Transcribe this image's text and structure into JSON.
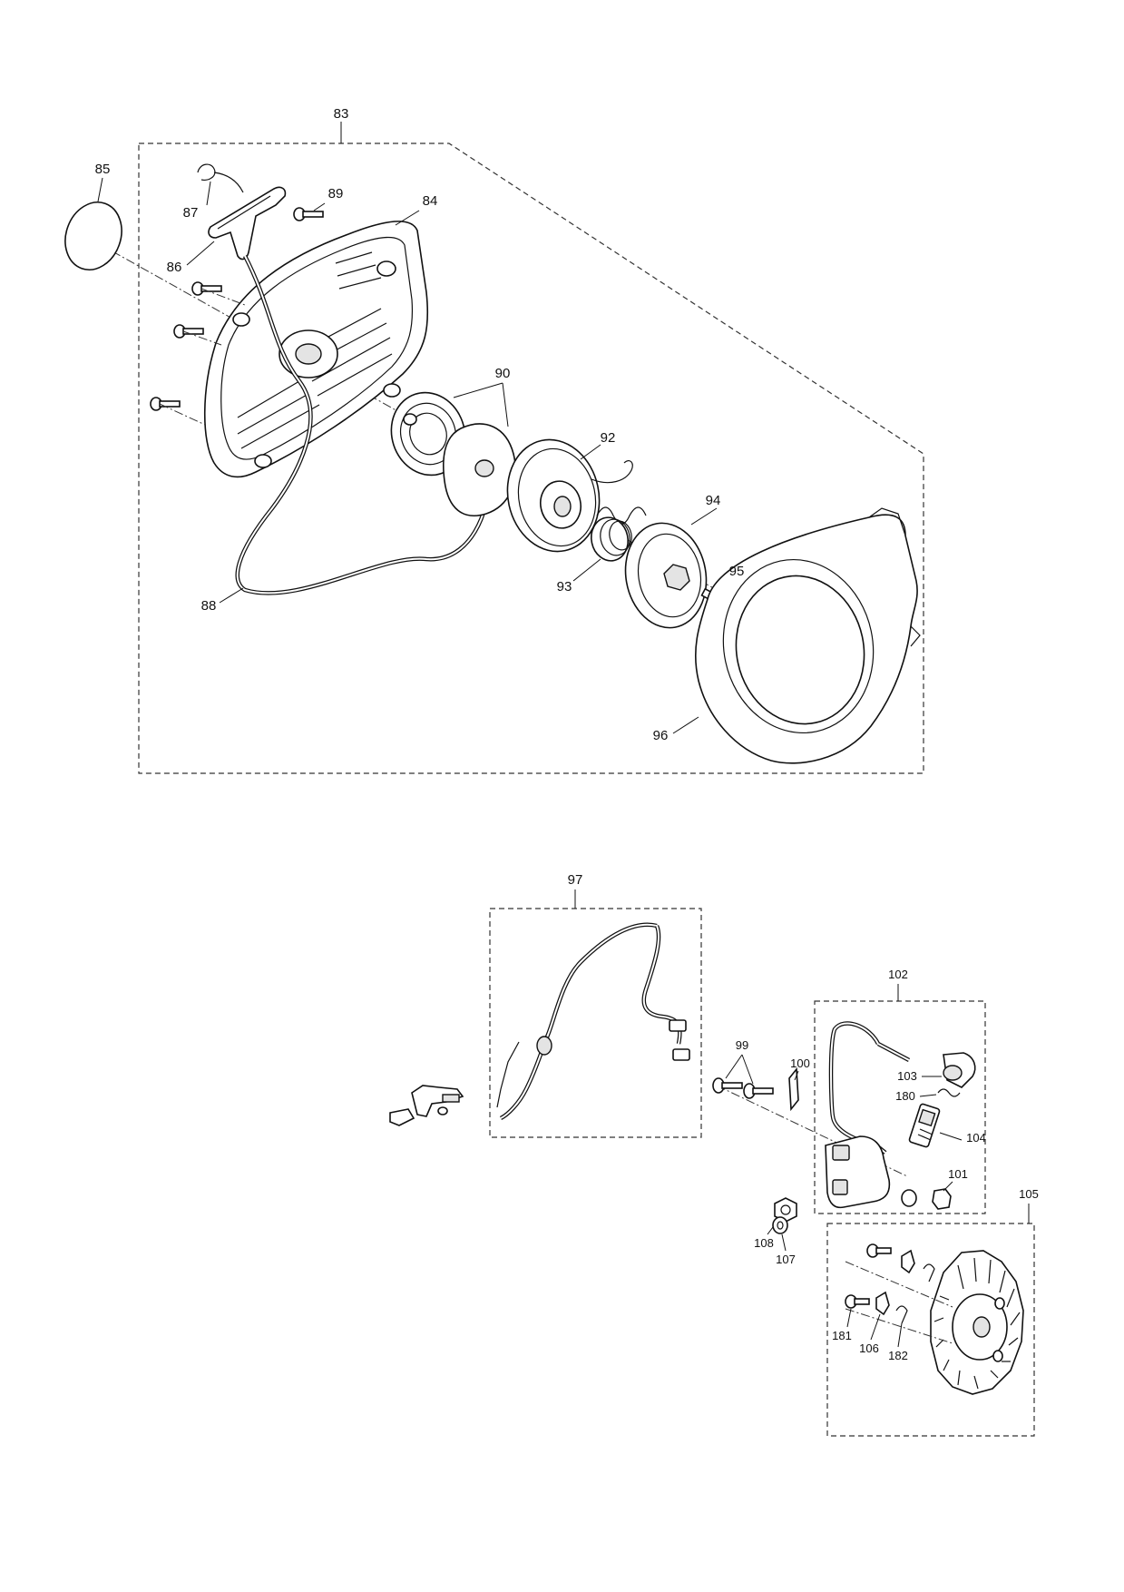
{
  "part_labels": {
    "p83": "83",
    "p84": "84",
    "p85": "85",
    "p86": "86",
    "p87": "87",
    "p88": "88",
    "p89": "89",
    "p90": "90",
    "p92": "92",
    "p93": "93",
    "p94": "94",
    "p95": "95",
    "p96": "96",
    "p97": "97",
    "p99": "99",
    "p100": "100",
    "p101": "101",
    "p102": "102",
    "p103": "103",
    "p104": "104",
    "p105": "105",
    "p106": "106",
    "p107": "107",
    "p108": "108",
    "p180": "180",
    "p181": "181",
    "p182": "182"
  },
  "colors": {
    "line": "#111111",
    "fill": "#ffffff",
    "shade": "#e4e4e4"
  }
}
